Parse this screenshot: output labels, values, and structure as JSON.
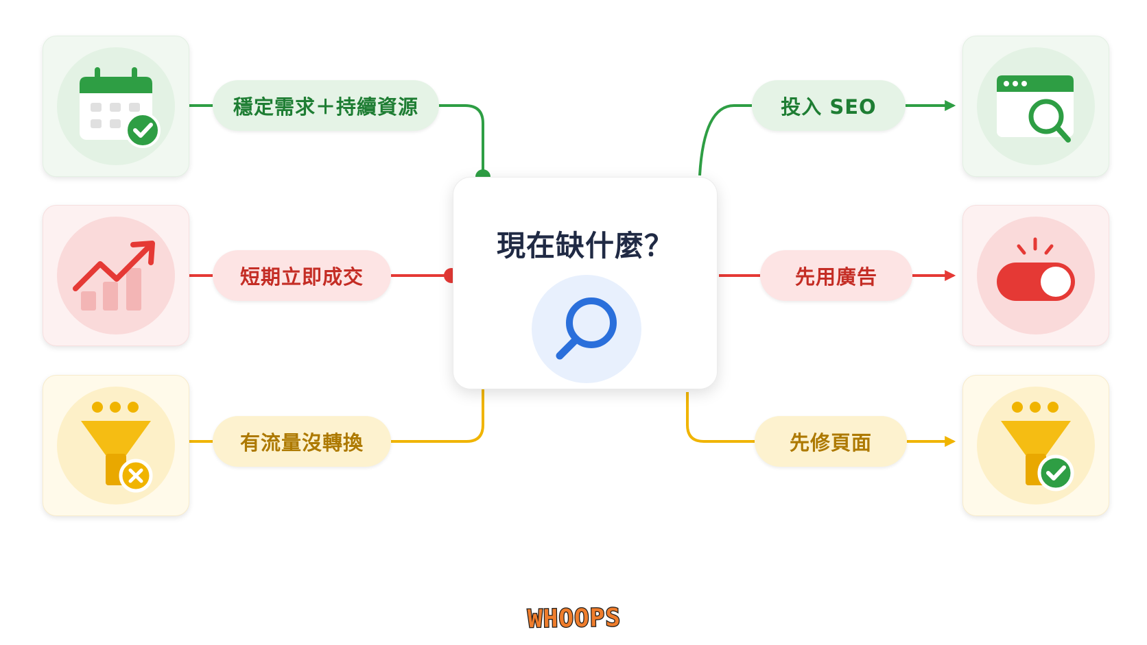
{
  "center": {
    "title": "現在缺什麼？",
    "icon": "search-icon"
  },
  "left": [
    {
      "label": "穩定需求＋持續資源",
      "color": "#2e9e44",
      "icon": "calendar-check-icon"
    },
    {
      "label": "短期立即成交",
      "color": "#e53935",
      "icon": "trend-up-chart-icon"
    },
    {
      "label": "有流量沒轉換",
      "color": "#f0b400",
      "icon": "funnel-x-icon"
    }
  ],
  "right": [
    {
      "label": "投入 SEO",
      "color": "#2e9e44",
      "icon": "browser-search-icon"
    },
    {
      "label": "先用廣告",
      "color": "#e53935",
      "icon": "ad-toggle-icon"
    },
    {
      "label": "先修頁面",
      "color": "#f0b400",
      "icon": "funnel-check-icon"
    }
  ],
  "brand": {
    "text": "WHOOPS",
    "colors": {
      "fill": "#ef7d2c",
      "stroke": "#1b1b1b"
    }
  }
}
